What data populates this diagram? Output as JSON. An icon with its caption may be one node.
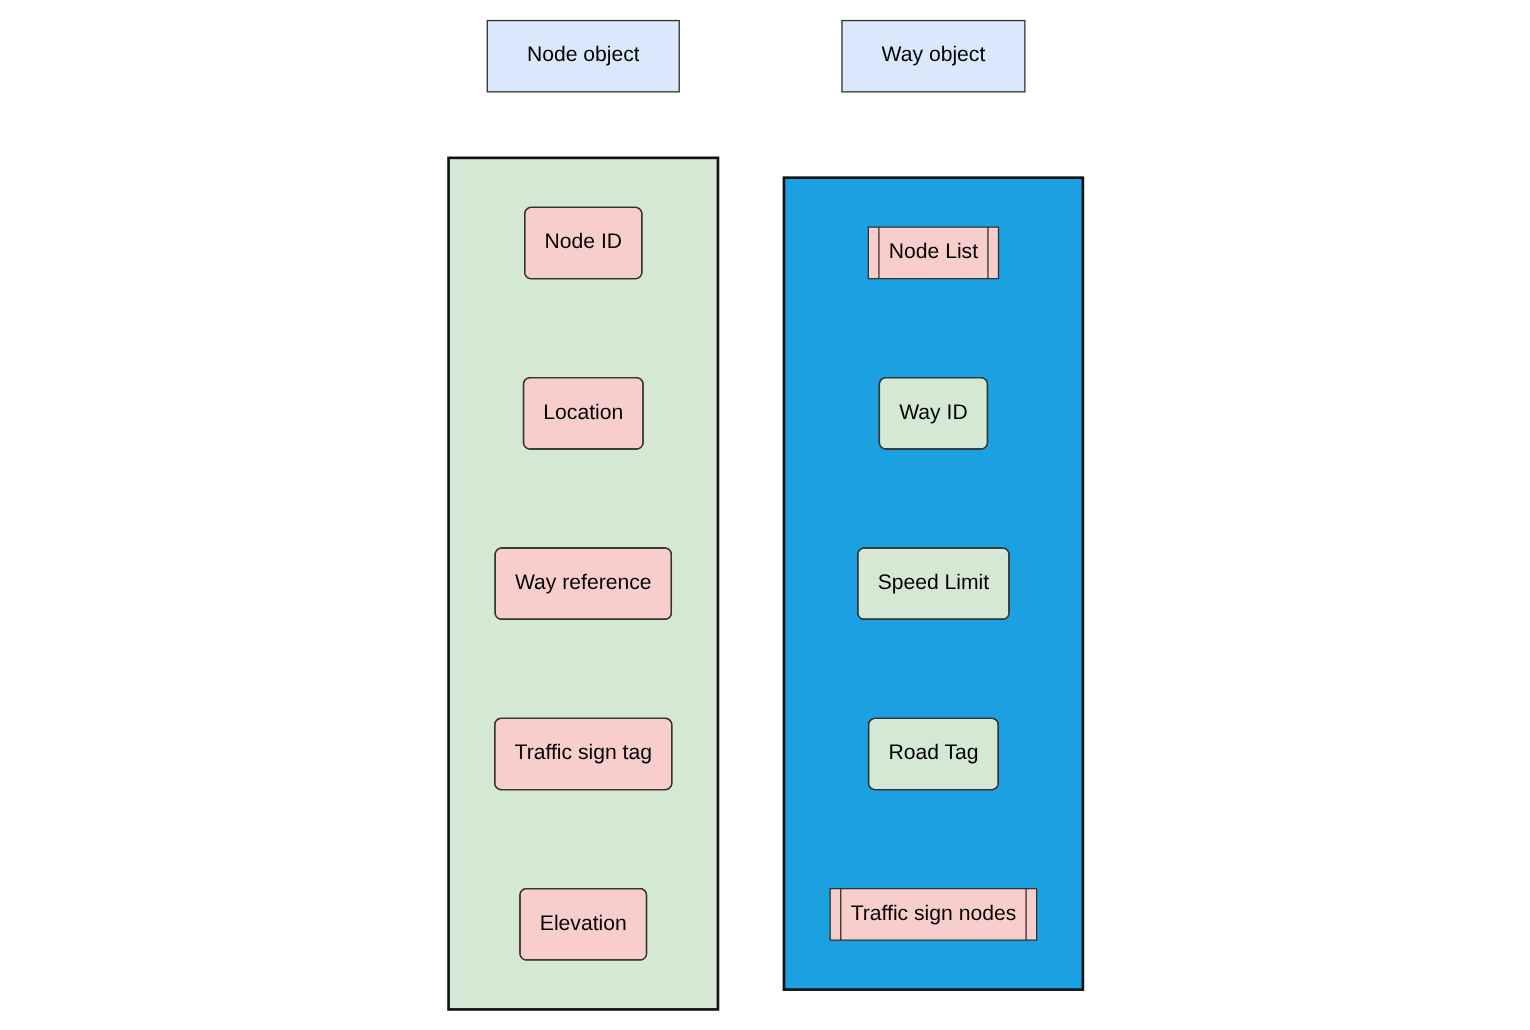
{
  "diagram": {
    "nodes": [
      {
        "text": [
          "Node object"
        ]
      },
      {
        "text": [],
        "shape": "box"
      },
      {
        "text": [
          "Node ID"
        ],
        "in": 1
      },
      {
        "text": [
          "Location"
        ],
        "in": 1
      },
      {
        "text": [
          "Way reference"
        ],
        "in": 1
      },
      {
        "text": [
          "Traffic sign tag"
        ],
        "in": 1
      },
      {
        "text": [
          "Elevation"
        ],
        "in": 1
      },
      {
        "text": [
          "Way object"
        ]
      },
      {
        "text": [],
        "shape": "box"
      },
      {
        "text": [
          "Node List"
        ],
        "in": 8
      },
      {
        "text": [
          "Way ID"
        ],
        "in": 8
      },
      {
        "text": [
          "Speed Limit"
        ],
        "in": 8
      },
      {
        "text": [
          "Road Tag"
        ],
        "in": 8
      },
      {
        "text": [
          "Traffic sign nodes"
        ],
        "in": 8
      }
    ]
  }
}
